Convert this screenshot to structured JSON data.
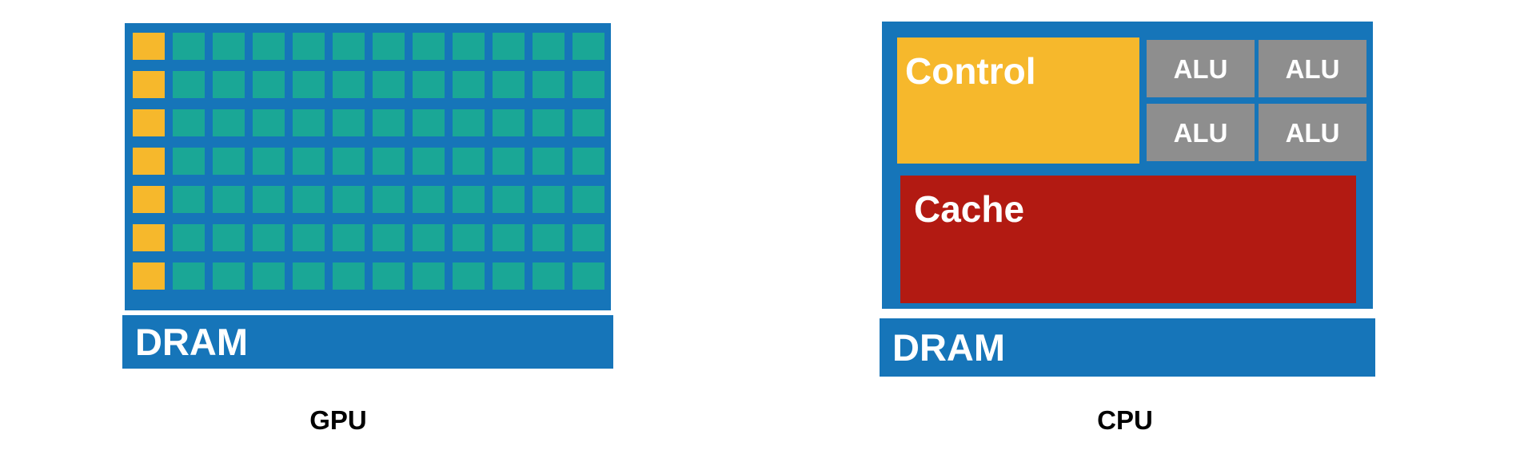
{
  "gpu": {
    "grid": {
      "rows": 7,
      "control_columns": 1,
      "alu_columns": 11
    },
    "dram_label": "DRAM",
    "caption": "GPU"
  },
  "cpu": {
    "control_label": "Control",
    "alu_labels": [
      "ALU",
      "ALU",
      "ALU",
      "ALU"
    ],
    "cache_label": "Cache",
    "dram_label": "DRAM",
    "caption": "CPU"
  },
  "colors": {
    "core_blue": "#1675b9",
    "control_yellow": "#f6b82c",
    "alu_teal": "#1aa796",
    "alu_gray": "#8e8e8e",
    "cache_red": "#b21a12"
  }
}
